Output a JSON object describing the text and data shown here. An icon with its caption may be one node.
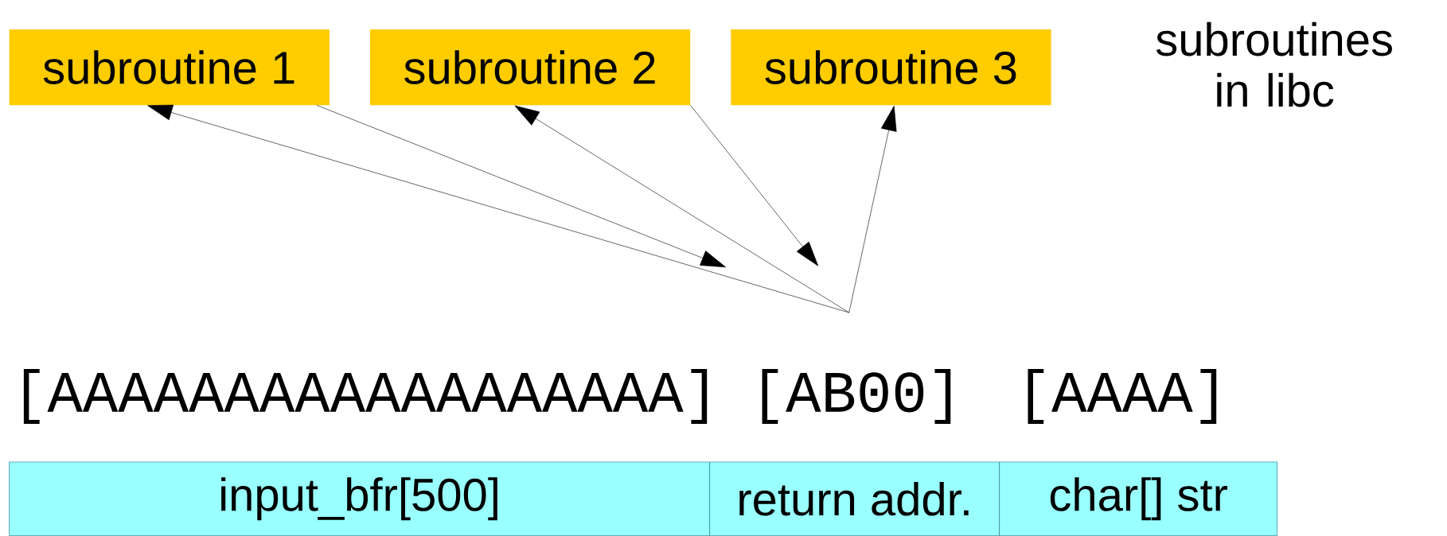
{
  "diagram": {
    "nodes": [
      {
        "text": [
          "subroutine 1"
        ]
      },
      {
        "text": [
          "subroutine 2"
        ]
      },
      {
        "text": [
          "subroutine 3"
        ]
      },
      {
        "text": [
          "input_bfr[500]"
        ]
      },
      {
        "text": [
          "return addr."
        ]
      },
      {
        "text": [
          "char[] str"
        ]
      }
    ],
    "edges": [
      {
        "from": null,
        "to": 0,
        "arrow": "to"
      },
      {
        "from": null,
        "to": 1,
        "arrow": "to"
      },
      {
        "from": null,
        "to": 2,
        "arrow": "to"
      },
      {
        "from": 0,
        "to": null,
        "arrow": "to"
      },
      {
        "from": 1,
        "to": null,
        "arrow": "to"
      }
    ],
    "labels": [
      "subroutines in libc",
      "[AAAAAAAAAAAAAAAAAA]",
      "[AB00]",
      "[AAAA]"
    ]
  }
}
